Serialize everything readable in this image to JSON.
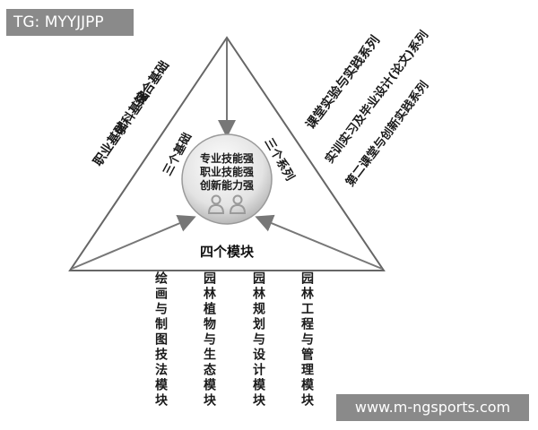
{
  "watermark": {
    "tg": "TG: MYYJJPP",
    "url": "www.m-ngsports.com"
  },
  "center": {
    "lines": [
      "专业技能强",
      "职业技能强",
      "创新能力强"
    ],
    "icon": "two-people-icon"
  },
  "bottom_label": "四个模块",
  "left_side": {
    "group_label": "三个基础",
    "items": [
      "综合基础",
      "学科基础",
      "职业基础"
    ]
  },
  "right_side": {
    "group_label": "三个系列",
    "items": [
      "课堂实验与实践系列",
      "实训实习及毕业设计(论文)系列",
      "第二课堂与创新实践系列"
    ]
  },
  "modules": [
    "绘画与制图技法模块",
    "园林植物与生态模块",
    "园林规划与设计模块",
    "园林工程与管理模块"
  ]
}
